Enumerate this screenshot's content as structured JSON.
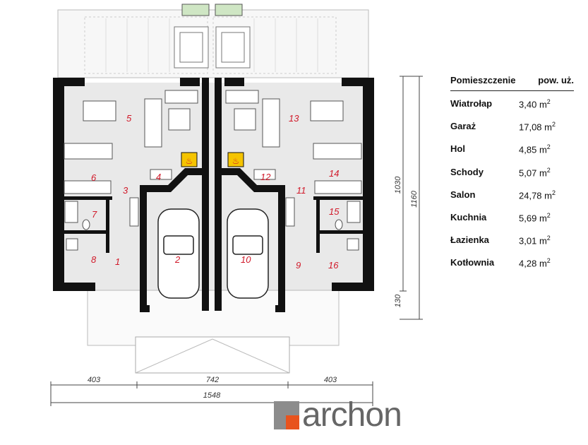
{
  "area_table": {
    "header_room": "Pomieszczenie",
    "header_area": "pow. uż.",
    "unit_suffix": "m",
    "unit_exp": "2",
    "rows": [
      {
        "name": "Wiatrołap",
        "value": "3,40"
      },
      {
        "name": "Garaż",
        "value": "17,08"
      },
      {
        "name": "Hol",
        "value": "4,85"
      },
      {
        "name": "Schody",
        "value": "5,07"
      },
      {
        "name": "Salon",
        "value": "24,78"
      },
      {
        "name": "Kuchnia",
        "value": "5,69"
      },
      {
        "name": "Łazienka",
        "value": "3,01"
      },
      {
        "name": "Kotłownia",
        "value": "4,28"
      }
    ]
  },
  "room_numbers": [
    "1",
    "2",
    "3",
    "4",
    "5",
    "6",
    "7",
    "8",
    "9",
    "10",
    "11",
    "12",
    "13",
    "14",
    "15",
    "16"
  ],
  "dimensions": {
    "width_left": "403",
    "width_middle": "742",
    "width_right": "403",
    "width_total": "1548",
    "height_main": "1030",
    "height_total": "1160",
    "height_porch": "130"
  },
  "logo": {
    "text": "archon"
  },
  "colors": {
    "wall": "#111111",
    "floor": "#e9e9e9",
    "room_number": "#d11a2a",
    "logo_grey": "#8c8c8c",
    "logo_orange": "#e8531d"
  }
}
